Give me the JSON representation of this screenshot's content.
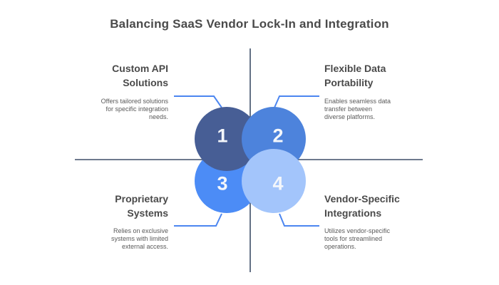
{
  "title": "Balancing SaaS Vendor Lock-In and Integration",
  "circles": [
    {
      "number": "1",
      "color": "#475E95"
    },
    {
      "number": "2",
      "color": "#4D83DC"
    },
    {
      "number": "3",
      "color": "#4C8CF6"
    },
    {
      "number": "4",
      "color": "#A3C5FB"
    }
  ],
  "sections": {
    "top_left": {
      "heading_lines": [
        "Custom API",
        "Solutions"
      ],
      "body_lines": [
        "Offers tailored solutions",
        "for specific integration",
        "needs."
      ]
    },
    "top_right": {
      "heading_lines": [
        "Flexible Data",
        "Portability"
      ],
      "body_lines": [
        "Enables seamless data",
        "transfer between",
        "diverse platforms."
      ]
    },
    "bottom_left": {
      "heading_lines": [
        "Proprietary",
        "Systems"
      ],
      "body_lines": [
        "Relies on exclusive",
        "systems with limited",
        "external access."
      ]
    },
    "bottom_right": {
      "heading_lines": [
        "Vendor-Specific",
        "Integrations"
      ],
      "body_lines": [
        "Utilizes vendor-specific",
        "tools for streamlined",
        "operations."
      ]
    }
  },
  "colors": {
    "background": "#FFFFFF",
    "title_text": "#4A4A4A",
    "heading_text": "#4A4A4A",
    "body_text": "#5A5A5A",
    "axis_line": "#3E4E68",
    "connector_line": "#4C86F0",
    "number_text": "#F4F7FB"
  }
}
